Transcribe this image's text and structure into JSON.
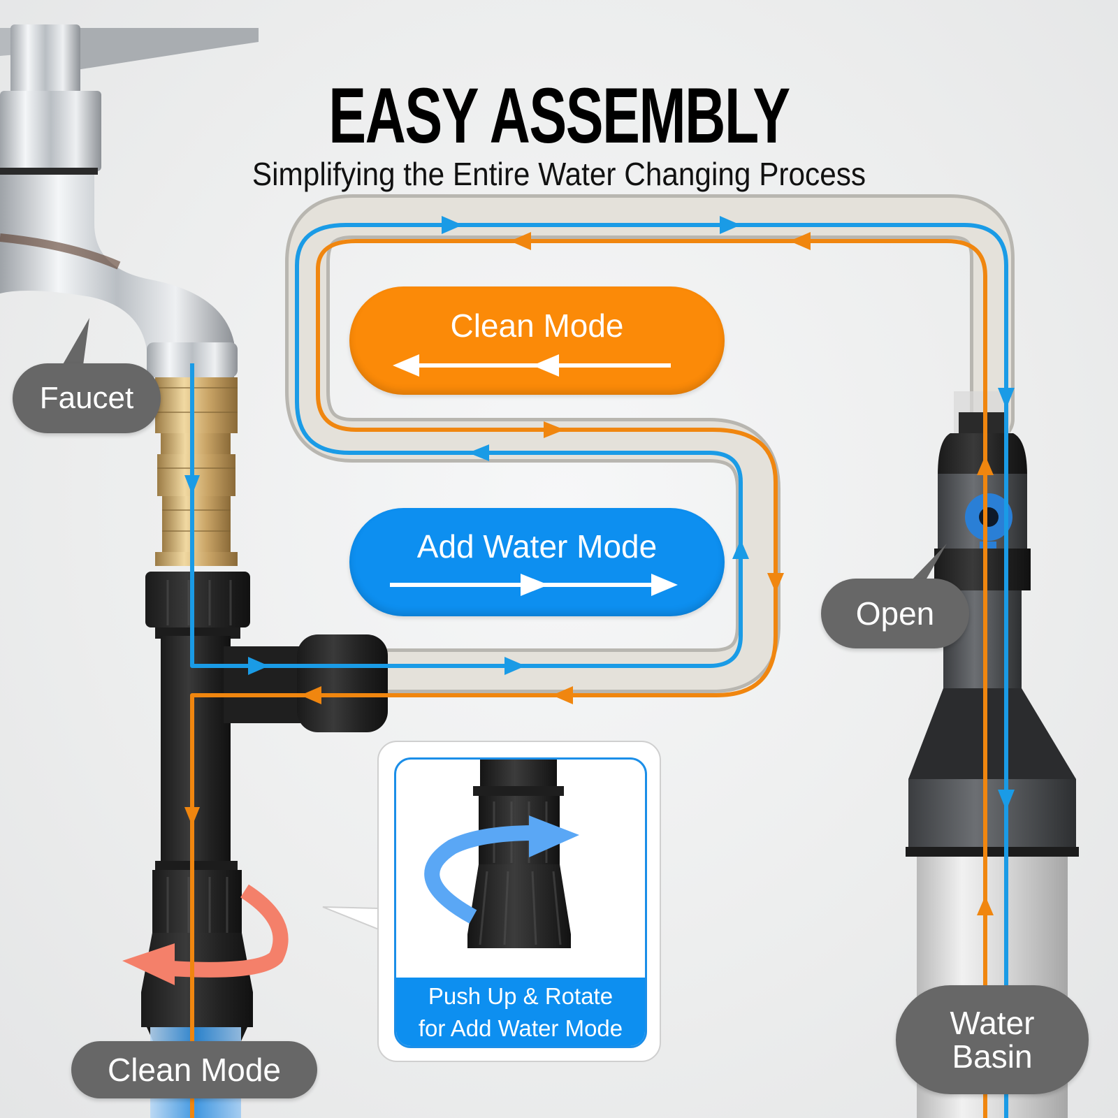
{
  "header": {
    "title": "EASY ASSEMBLY",
    "subtitle": "Simplifying the Entire Water Changing Process"
  },
  "modes": {
    "clean": {
      "label": "Clean Mode",
      "color": "#fb8a08",
      "arrow_direction": "left"
    },
    "add_water": {
      "label": "Add Water Mode",
      "color": "#0d8ff0",
      "arrow_direction": "right"
    }
  },
  "callouts": {
    "faucet": "Faucet",
    "open": "Open",
    "clean_mode": "Clean Mode",
    "water_basin": "Water Basin"
  },
  "inset": {
    "caption_line1": "Push Up & Rotate",
    "caption_line2": "for Add Water Mode",
    "rotate_arrow_color": "#5aa7f5"
  },
  "flow_colors": {
    "add_water_line": "#1a9be6",
    "clean_line": "#f0860f",
    "rotate_arrow": "#f4806a",
    "callout_bg": "#676767"
  },
  "components": [
    "faucet",
    "brass quick connector",
    "T-valve",
    "hose",
    "siphon tube with valve",
    "gravel vacuum tube"
  ]
}
